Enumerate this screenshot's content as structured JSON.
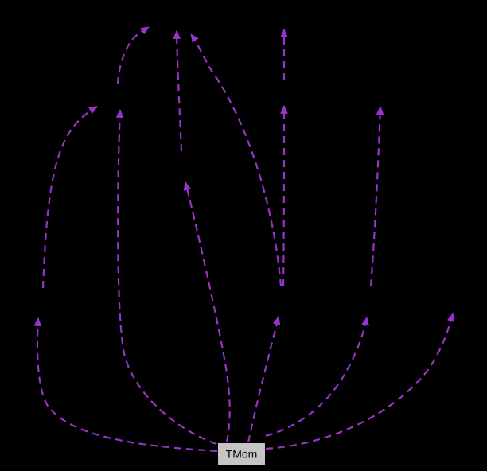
{
  "graph": {
    "type": "collaboration-dependency-graph",
    "node_label": "TMom",
    "edge_style": "dashed",
    "edge_count": 13,
    "edges": [
      {
        "id": "edge-tmom-to-hidden-left-mid",
        "from": "TMom",
        "to": "unlabeled-node",
        "direction": "up-left"
      },
      {
        "id": "edge-tmom-to-hidden-upper-left",
        "from": "TMom",
        "to": "unlabeled-node",
        "direction": "up-left"
      },
      {
        "id": "edge-tmom-to-hidden-center",
        "from": "TMom",
        "to": "unlabeled-node",
        "direction": "up"
      },
      {
        "id": "edge-tmom-to-hidden-mid",
        "from": "TMom",
        "to": "unlabeled-node",
        "direction": "up"
      },
      {
        "id": "edge-tmom-to-hidden-right-mid",
        "from": "TMom",
        "to": "unlabeled-node",
        "direction": "up-right"
      },
      {
        "id": "edge-tmom-to-hidden-far-right",
        "from": "TMom",
        "to": "unlabeled-node",
        "direction": "up-right"
      },
      {
        "id": "edge-leftmid-to-upperleft",
        "from": "unlabeled-node",
        "to": "unlabeled-node",
        "direction": "up-right"
      },
      {
        "id": "edge-upperleft-to-top",
        "from": "unlabeled-node",
        "to": "unlabeled-node",
        "direction": "up-right"
      },
      {
        "id": "edge-center-to-top",
        "from": "unlabeled-node",
        "to": "unlabeled-node",
        "direction": "up"
      },
      {
        "id": "edge-mid-to-top",
        "from": "unlabeled-node",
        "to": "unlabeled-node",
        "direction": "up-left"
      },
      {
        "id": "edge-mid-to-upper-mid",
        "from": "unlabeled-node",
        "to": "unlabeled-node",
        "direction": "up"
      },
      {
        "id": "edge-upper-mid-to-top-right",
        "from": "unlabeled-node",
        "to": "unlabeled-node",
        "direction": "up"
      },
      {
        "id": "edge-rightmid-to-upper-right",
        "from": "unlabeled-node",
        "to": "unlabeled-node",
        "direction": "up"
      }
    ]
  },
  "colors": {
    "background": "#000000",
    "edge": "#9a32cd",
    "node_fill": "#c5c5c5",
    "node_border": "#000000",
    "node_text": "#000000"
  }
}
